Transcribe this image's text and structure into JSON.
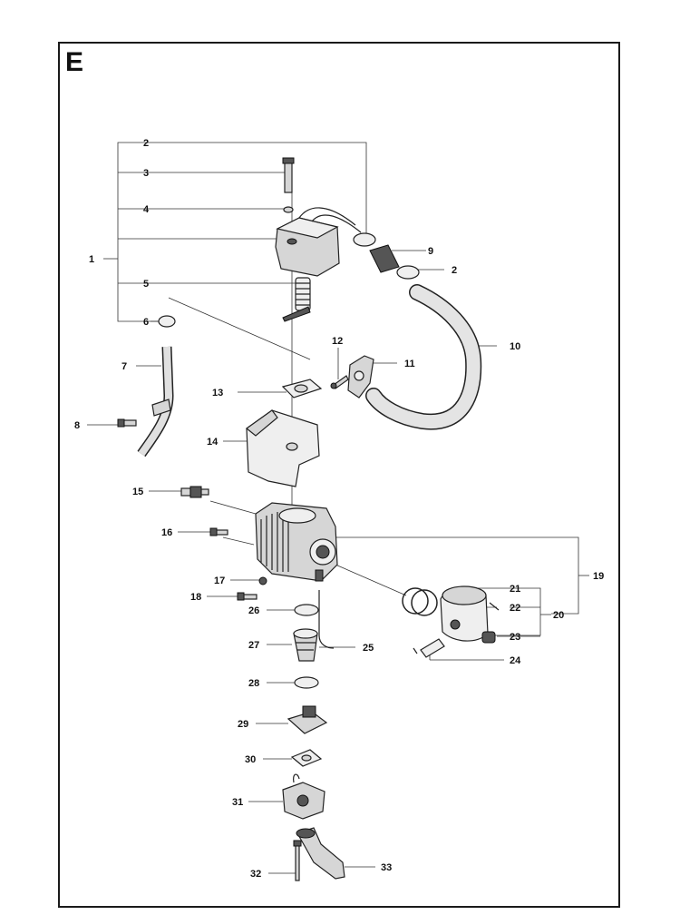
{
  "section": "E",
  "callouts": [
    "1",
    "2",
    "3",
    "4",
    "5",
    "6",
    "7",
    "8",
    "9",
    "2",
    "10",
    "11",
    "12",
    "13",
    "14",
    "15",
    "16",
    "17",
    "18",
    "19",
    "20",
    "21",
    "22",
    "23",
    "24",
    "25",
    "26",
    "27",
    "28",
    "29",
    "30",
    "31",
    "32",
    "33"
  ]
}
